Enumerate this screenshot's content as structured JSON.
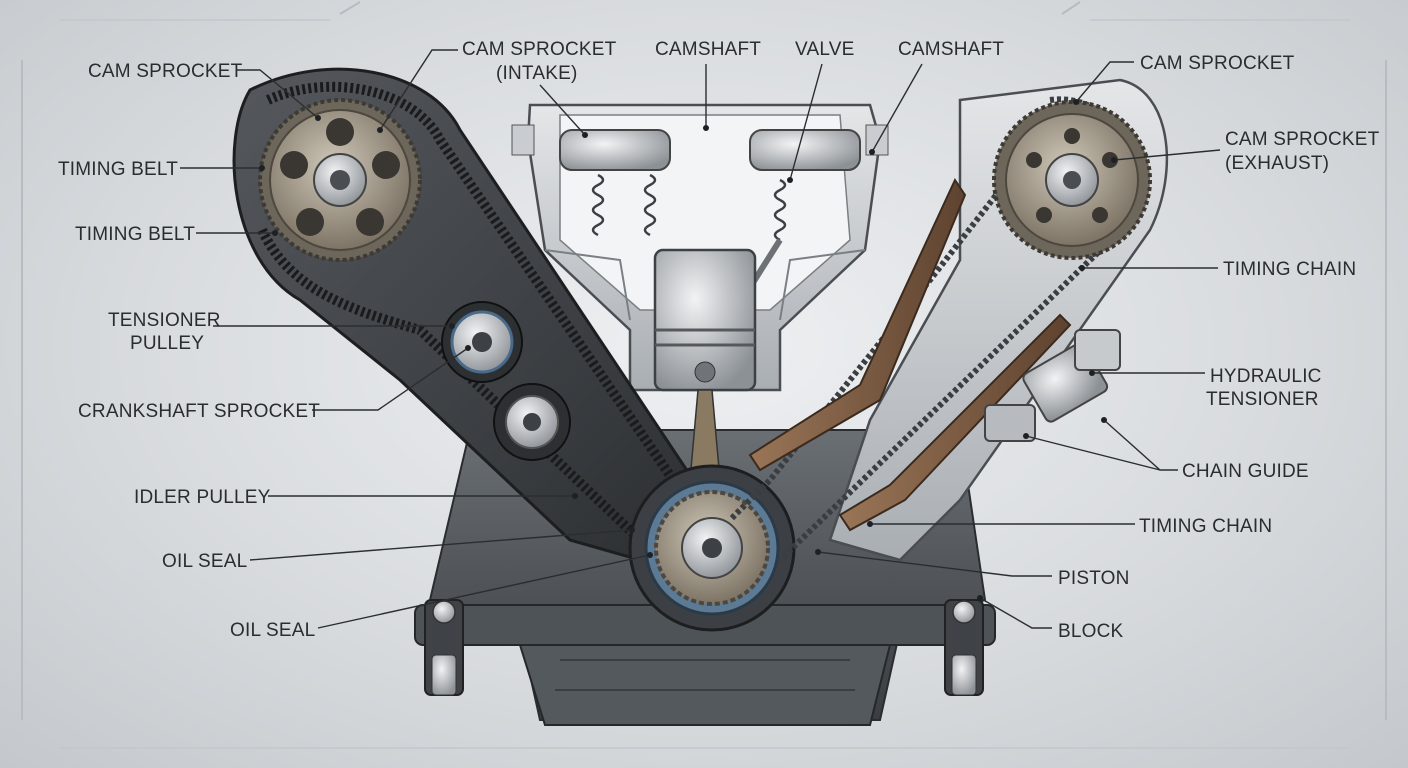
{
  "colors": {
    "background": "#dcdfe2",
    "metal_light": "#d6d9dc",
    "metal_dark": "#5a5f64",
    "cover_dark": "#3e4246",
    "guide_bronze": "#7a5a42",
    "label_text": "#2a2d30"
  },
  "labels": {
    "cam_sprocket_left": "CAM SPROCKET",
    "timing_belt_1": "TIMING BELT",
    "timing_belt_2": "TIMING BELT",
    "tensioner_pulley_line1": "TENSIONER",
    "tensioner_pulley_line2": "PULLEY",
    "crankshaft_sprocket": "CRANKSHAFT SPROCKET",
    "idler_pulley": "IDLER PULLEY",
    "oil_seal_1": "OIL SEAL",
    "oil_seal_2": "OIL SEAL",
    "cam_sprocket_intake_line1": "CAM SPROCKET",
    "cam_sprocket_intake_line2": "(INTAKE)",
    "camshaft_1": "CAMSHAFT",
    "valve": "VALVE",
    "camshaft_2": "CAMSHAFT",
    "cam_sprocket_right": "CAM SPROCKET",
    "cam_sprocket_exhaust_line1": "CAM SPROCKET",
    "cam_sprocket_exhaust_line2": "(EXHAUST)",
    "timing_chain_1": "TIMING CHAIN",
    "hydraulic_tensioner_line1": "HYDRAULIC",
    "hydraulic_tensioner_line2": "TENSIONER",
    "chain_guide": "CHAIN GUIDE",
    "timing_chain_2": "TIMING CHAIN",
    "piston": "PISTON",
    "block": "BLOCK"
  }
}
